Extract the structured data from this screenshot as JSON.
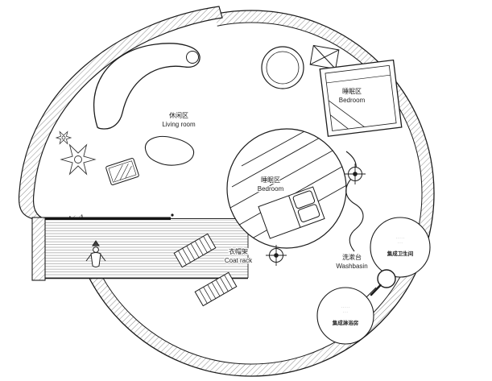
{
  "plan": {
    "areas": {
      "living_room": {
        "zh": "休闲区",
        "en": "Living room"
      },
      "bedroom_center": {
        "zh": "睡眠区",
        "en": "Bedroom"
      },
      "bedroom_upper": {
        "zh": "睡眠区",
        "en": "Bedroom"
      },
      "coat_rack": {
        "zh": "衣帽架",
        "en": "Coat rack"
      },
      "washbasin": {
        "zh": "洗漱台",
        "en": "Washbasin"
      },
      "bathroom_pod": {
        "name": "集成卫生间",
        "spec_line_1": "· · · · ·",
        "spec_line_2": "· · ·"
      },
      "shower_pod": {
        "name": "集成淋浴房",
        "spec_line_1": "· · · · ·",
        "spec_line_2": "· · ·"
      }
    },
    "colors": {
      "line": "#1c1c1c",
      "wall_hatch": "#8c8c8c",
      "floor_hatch": "#9e9e9e",
      "background": "#ffffff"
    }
  }
}
